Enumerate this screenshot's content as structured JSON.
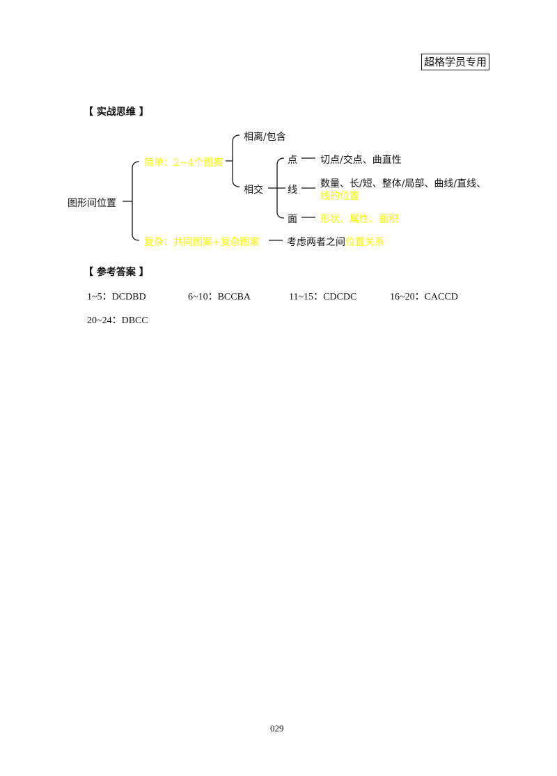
{
  "header": {
    "badge": "超格学员专用"
  },
  "section_thinking": {
    "title": "【 实战思维 】",
    "root": "图形间位置",
    "simple": {
      "label": "简单：2~4个图案",
      "highlight": true
    },
    "separate": "相离/包含",
    "intersect": "相交",
    "point": {
      "label": "点",
      "desc": "切点/交点、曲直性"
    },
    "line": {
      "label": "线",
      "desc_line1": "数量、长/短、整体/局部、曲线/直线、",
      "desc_line2": "线的位置"
    },
    "face": {
      "label": "面",
      "desc": "形状、属性、面积"
    },
    "complex": {
      "label": "复杂：共同图案+复杂图案",
      "desc_prefix": "考虑两者之间",
      "desc_highlight": "位置关系"
    },
    "highlight_color": "#f7f500"
  },
  "section_answers": {
    "title": "【 参考答案 】",
    "groups": [
      {
        "range": "1~5：",
        "answers": "DCDBD"
      },
      {
        "range": "6~10：",
        "answers": "BCCBA"
      },
      {
        "range": "11~15：",
        "answers": "CDCDC"
      },
      {
        "range": "16~20：",
        "answers": "CACCD"
      },
      {
        "range": "20~24：",
        "answers": "DBCC"
      }
    ]
  },
  "footer": {
    "page_number": "029"
  }
}
